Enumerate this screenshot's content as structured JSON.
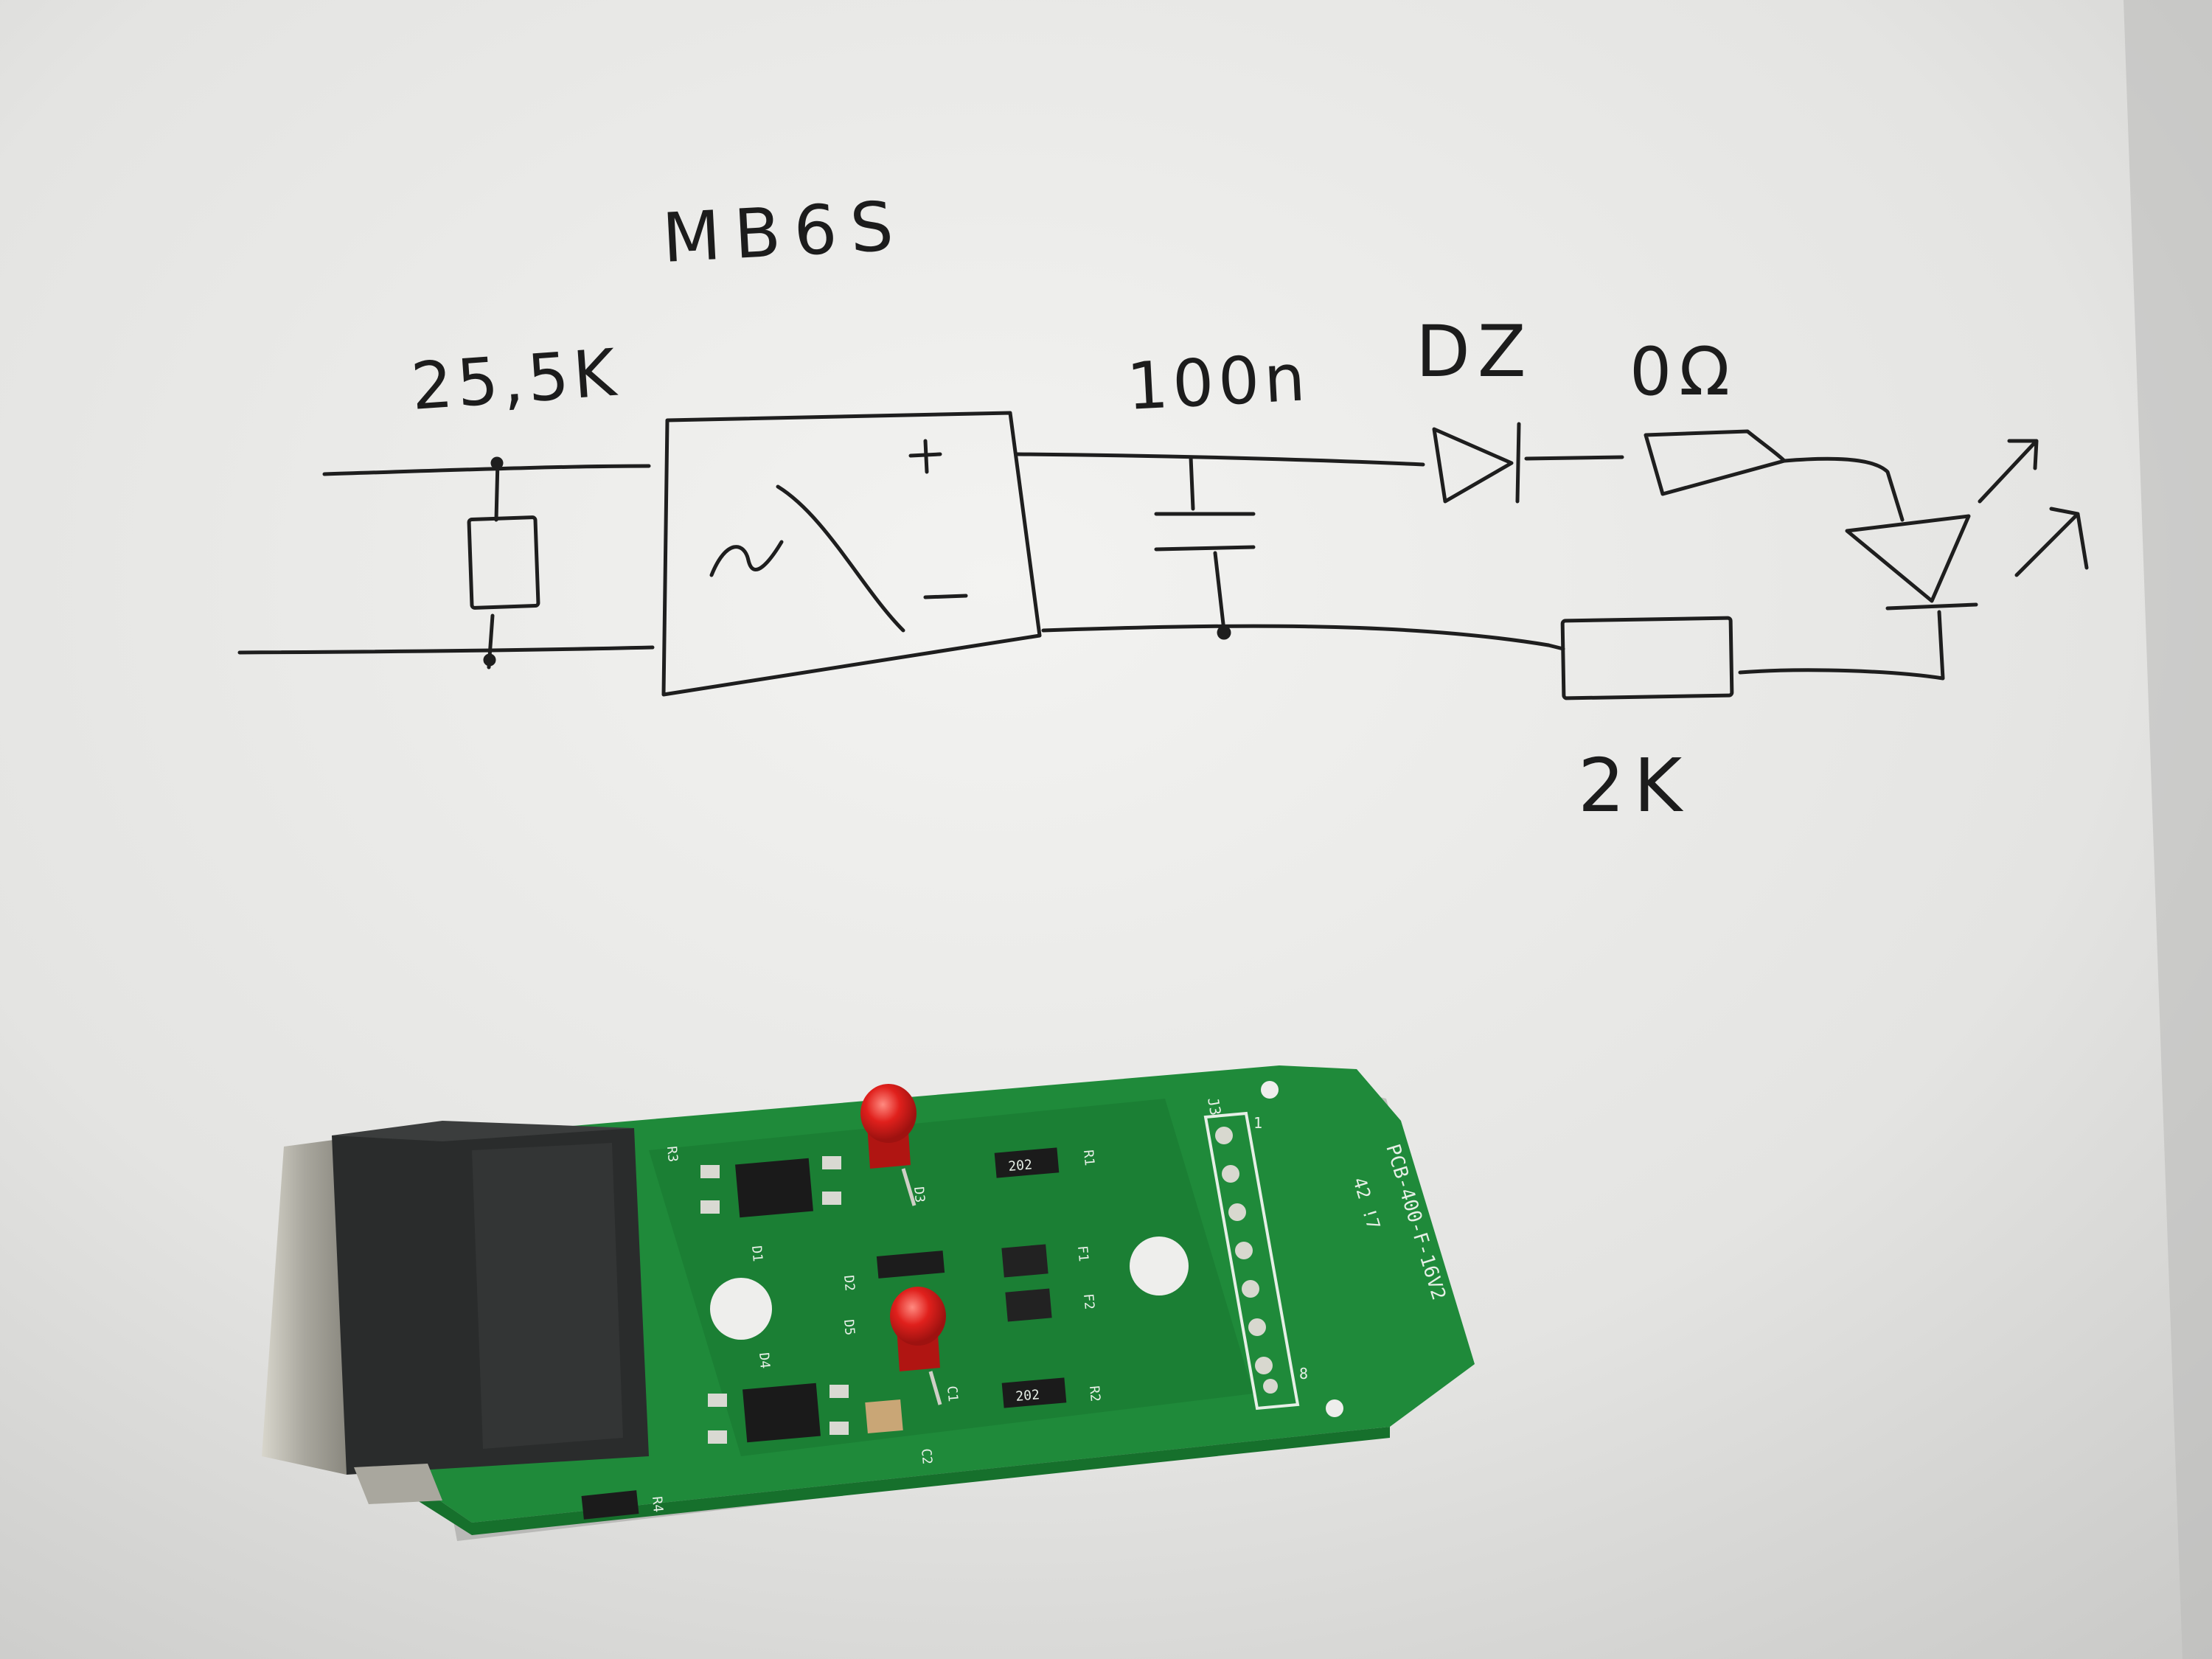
{
  "sketch": {
    "labels": {
      "bridge": "MB6S",
      "input_resistor": "25,5K",
      "capacitor": "100n",
      "zener": "DZ",
      "zero_ohm": "0Ω",
      "output_resistor": "2K",
      "bridge_plus": "+",
      "bridge_minus": "−",
      "bridge_ac": "~"
    }
  },
  "pcb": {
    "board_text": "PCB-400-F-16V2",
    "board_subtext": "42 !7",
    "connector_ref": "J3",
    "pin_first": "1",
    "pin_last": "8",
    "refs": {
      "r3": "R3",
      "r1": "R1",
      "r2": "R2",
      "r4": "R4",
      "d1": "D1",
      "d2": "D2",
      "d3": "D3",
      "d4": "D4",
      "d5": "D5",
      "f1": "F1",
      "f2": "F2",
      "c1": "C1",
      "c2": "C2",
      "res_code_1": "202",
      "res_code_2": "202"
    },
    "colors": {
      "board": "#1f8a3a",
      "board_dark": "#16702c",
      "led": "#e0201c",
      "connector": "#2a2c2c",
      "shield": "#b9b7ae"
    }
  }
}
